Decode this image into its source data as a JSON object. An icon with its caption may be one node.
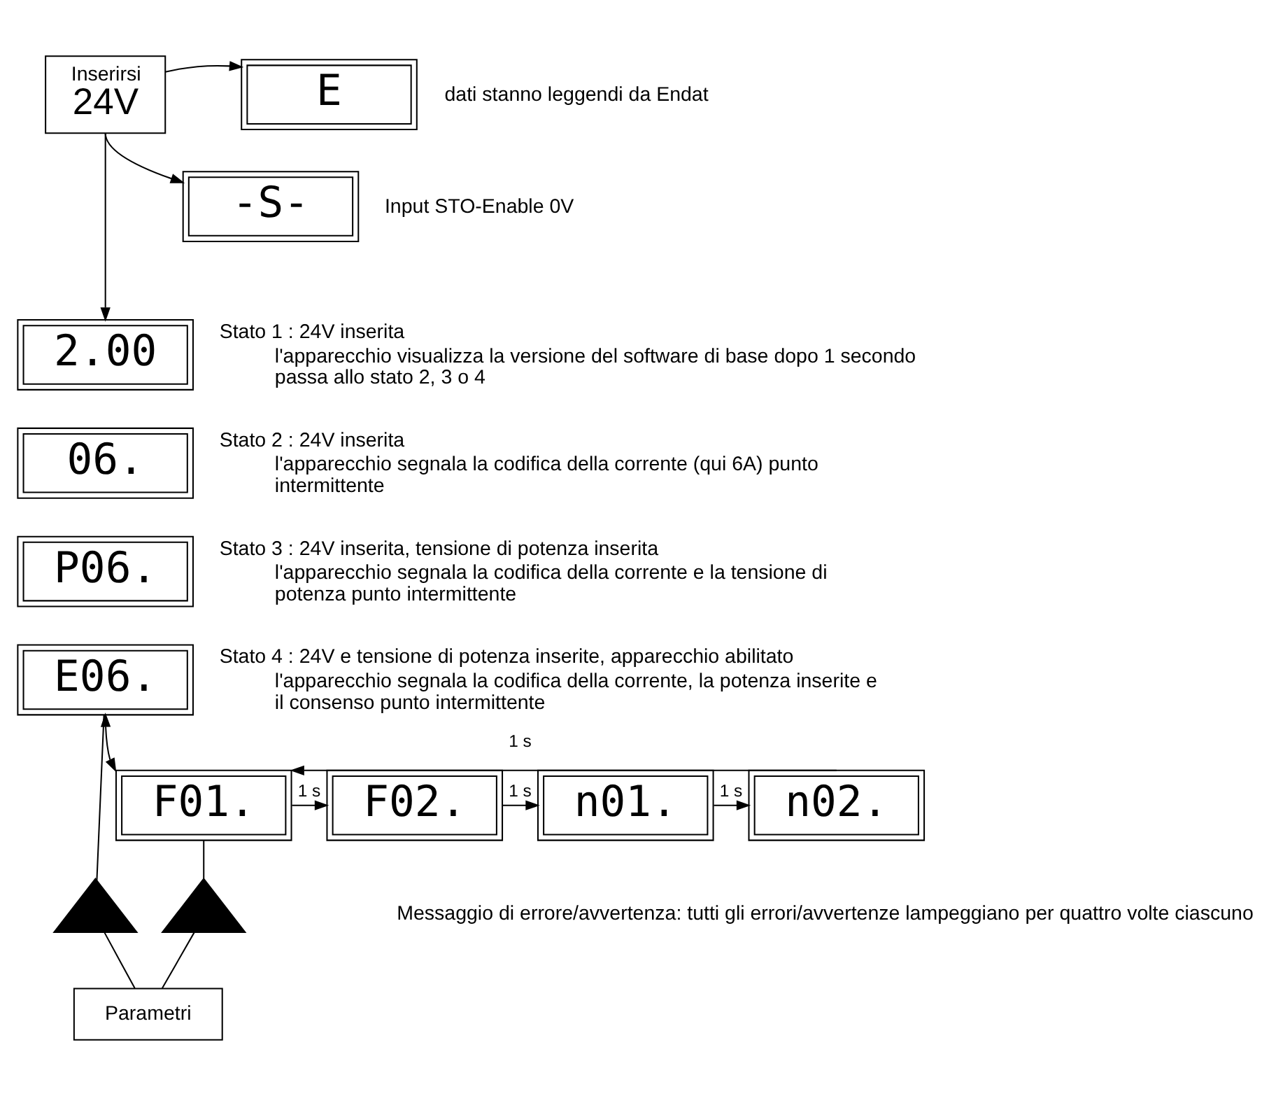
{
  "diagram": {
    "nodes": [
      {
        "text": [
          "Inserirsi",
          "24V"
        ]
      },
      {
        "text": [
          "E"
        ],
        "beside": [
          "dati stanno leggendi da Endat"
        ]
      },
      {
        "text": [
          "-S-"
        ],
        "beside": [
          "Input STO-Enable 0V"
        ]
      },
      {
        "text": [
          "2.00"
        ],
        "beside": [
          "Stato 1 : 24V inserita",
          "l'apparecchio visualizza la versione del software di base dopo 1 secondo passa allo stato 2, 3 o 4"
        ]
      },
      {
        "text": [
          "06."
        ],
        "beside": [
          "Stato 2 : 24V inserita",
          "l'apparecchio segnala la codifica della corrente (qui 6A) punto intermittente"
        ]
      },
      {
        "text": [
          "P06."
        ],
        "beside": [
          "Stato 3 : 24V inserita, tensione di potenza inserita",
          "l'apparecchio segnala la codifica della corrente e la tensione di potenza punto intermittente"
        ]
      },
      {
        "text": [
          "E06."
        ],
        "beside": [
          "Stato 4 : 24V e tensione di potenza inserite, apparecchio abilitato",
          "l'apparecchio segnala la codifica della corrente, la potenza inserite e il consenso punto intermittente"
        ]
      },
      {
        "text": [
          "F01."
        ]
      },
      {
        "text": [
          "F02."
        ]
      },
      {
        "text": [
          "n01."
        ]
      },
      {
        "text": [
          "n02."
        ]
      },
      {
        "text": [],
        "shape": "triangle"
      },
      {
        "text": [],
        "shape": "triangle"
      },
      {
        "text": [
          "Parametri"
        ]
      }
    ],
    "edges": [
      {
        "from": 0,
        "to": 1,
        "arrow": "to"
      },
      {
        "from": 0,
        "to": 2,
        "arrow": "to"
      },
      {
        "from": 0,
        "to": 3,
        "arrow": "to"
      },
      {
        "from": 6,
        "to": 7,
        "arrow": "both"
      },
      {
        "from": 7,
        "to": 8,
        "arrow": "to",
        "label": "1 s"
      },
      {
        "from": 8,
        "to": 9,
        "arrow": "to",
        "label": "1 s"
      },
      {
        "from": 9,
        "to": 10,
        "arrow": "to",
        "label": "1 s"
      },
      {
        "from": 10,
        "to": 7,
        "arrow": "to",
        "label": "1 s"
      },
      {
        "from": 6,
        "to": 11,
        "arrow": "none"
      },
      {
        "from": 7,
        "to": 12,
        "arrow": "none"
      },
      {
        "from": 11,
        "to": 13,
        "arrow": "none"
      },
      {
        "from": 12,
        "to": 13,
        "arrow": "none"
      }
    ],
    "labels": [
      "Messaggio di errore/avvertenza: tutti gli errori/avvertenze lampeggiano per quattro volte ciascuno"
    ]
  }
}
